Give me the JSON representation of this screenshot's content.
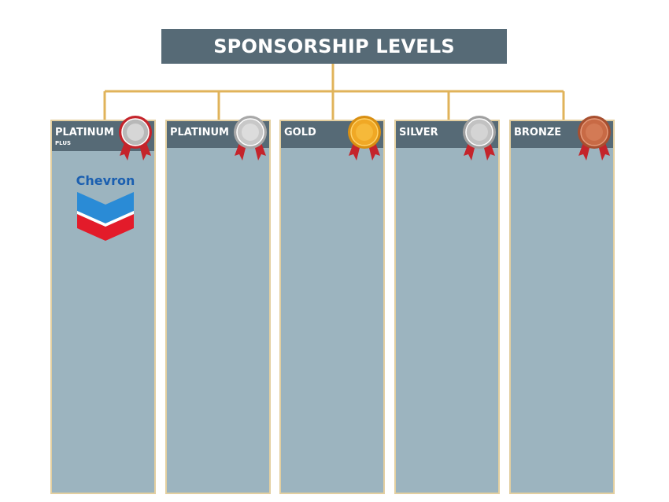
{
  "title": "SPONSORSHIP LEVELS",
  "levels": [
    {
      "label": "PLATINUM",
      "sublabel": "PLUS",
      "medal": "platinum-plus",
      "sponsor": "Chevron"
    },
    {
      "label": "PLATINUM",
      "medal": "platinum"
    },
    {
      "label": "GOLD",
      "medal": "gold"
    },
    {
      "label": "SILVER",
      "medal": "silver"
    },
    {
      "label": "BRONZE",
      "medal": "bronze"
    }
  ],
  "colors": {
    "header": "#566a76",
    "column_fill": "#9cb4bf",
    "connector": "#e0b35a",
    "gold": "#f0a825",
    "silver": "#c2c2c2",
    "bronze": "#c86a45",
    "ribbon": "#c4242b"
  }
}
